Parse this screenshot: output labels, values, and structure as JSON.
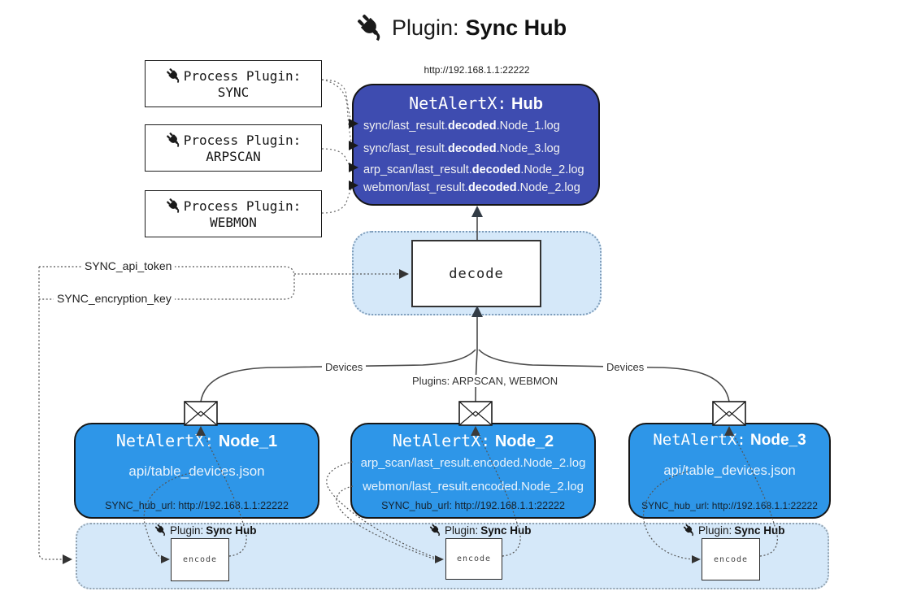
{
  "title": {
    "label": "Plugin:",
    "name": "Sync Hub"
  },
  "hub": {
    "url": "http://192.168.1.1:22222",
    "title_label": "NetAlertX:",
    "title_name": "Hub",
    "files": [
      {
        "pre": "sync/last_result.",
        "bold": "decoded",
        "post": ".Node_1.log"
      },
      {
        "pre": "sync/last_result.",
        "bold": "decoded",
        "post": ".Node_3.log"
      },
      {
        "pre": "arp_scan/last_result.",
        "bold": "decoded",
        "post": ".Node_2.log"
      },
      {
        "pre": "webmon/last_result.",
        "bold": "decoded",
        "post": ".Node_2.log"
      }
    ]
  },
  "process_plugins": [
    {
      "label": "Process Plugin:",
      "name": "SYNC"
    },
    {
      "label": "Process Plugin:",
      "name": "ARPSCAN"
    },
    {
      "label": "Process Plugin:",
      "name": "WEBMON"
    }
  ],
  "decode_label": "decode",
  "encode_label": "encode",
  "keys": {
    "api_token": "SYNC_api_token",
    "encryption_key": "SYNC_encryption_key"
  },
  "edge_labels": {
    "devices_left": "Devices",
    "plugins_center": "Plugins: ARPSCAN, WEBMON",
    "devices_right": "Devices"
  },
  "nodes": [
    {
      "title_label": "NetAlertX:",
      "name": "Node_1",
      "files": [
        "api/table_devices.json"
      ],
      "hub_url": "SYNC_hub_url: http://192.168.1.1:22222"
    },
    {
      "title_label": "NetAlertX:",
      "name": "Node_2",
      "files": [
        "arp_scan/last_result.encoded.Node_2.log",
        "webmon/last_result.encoded.Node_2.log"
      ],
      "hub_url": "SYNC_hub_url: http://192.168.1.1:22222"
    },
    {
      "title_label": "NetAlertX:",
      "name": "Node_3",
      "files": [
        "api/table_devices.json"
      ],
      "hub_url": "SYNC_hub_url: http://192.168.1.1:22222"
    }
  ],
  "sync_plugin_badge": {
    "label": "Plugin:",
    "name": "Sync Hub"
  },
  "colors": {
    "hub_bg": "#3e4cb0",
    "node_bg": "#2e96e8",
    "container_bg": "#d5e8f9",
    "node_url_text": "#14222e"
  }
}
